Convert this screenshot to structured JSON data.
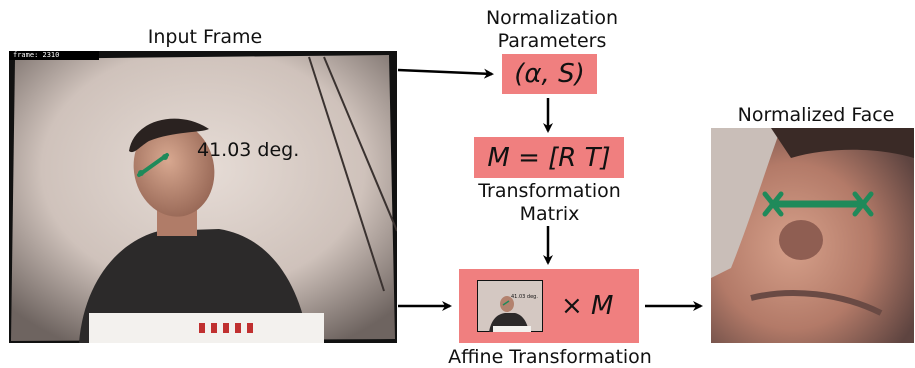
{
  "input": {
    "title": "Input Frame",
    "frame_counter": "frame: 2310",
    "angle_label": "41.03 deg."
  },
  "params": {
    "title_line1": "Normalization",
    "title_line2": "Parameters",
    "box_text": "(α, S)"
  },
  "matrix": {
    "box_text": "M = [R T]",
    "caption_line1": "Transformation",
    "caption_line2": "Matrix"
  },
  "affine": {
    "operator": "× M",
    "caption": "Affine Transformation",
    "thumb_angle_label": "41.03 deg."
  },
  "output": {
    "title": "Normalized Face"
  },
  "colors": {
    "box_fill": "#f07f7f",
    "gaze_marker": "#1f8a5a",
    "arrow": "#000000"
  }
}
